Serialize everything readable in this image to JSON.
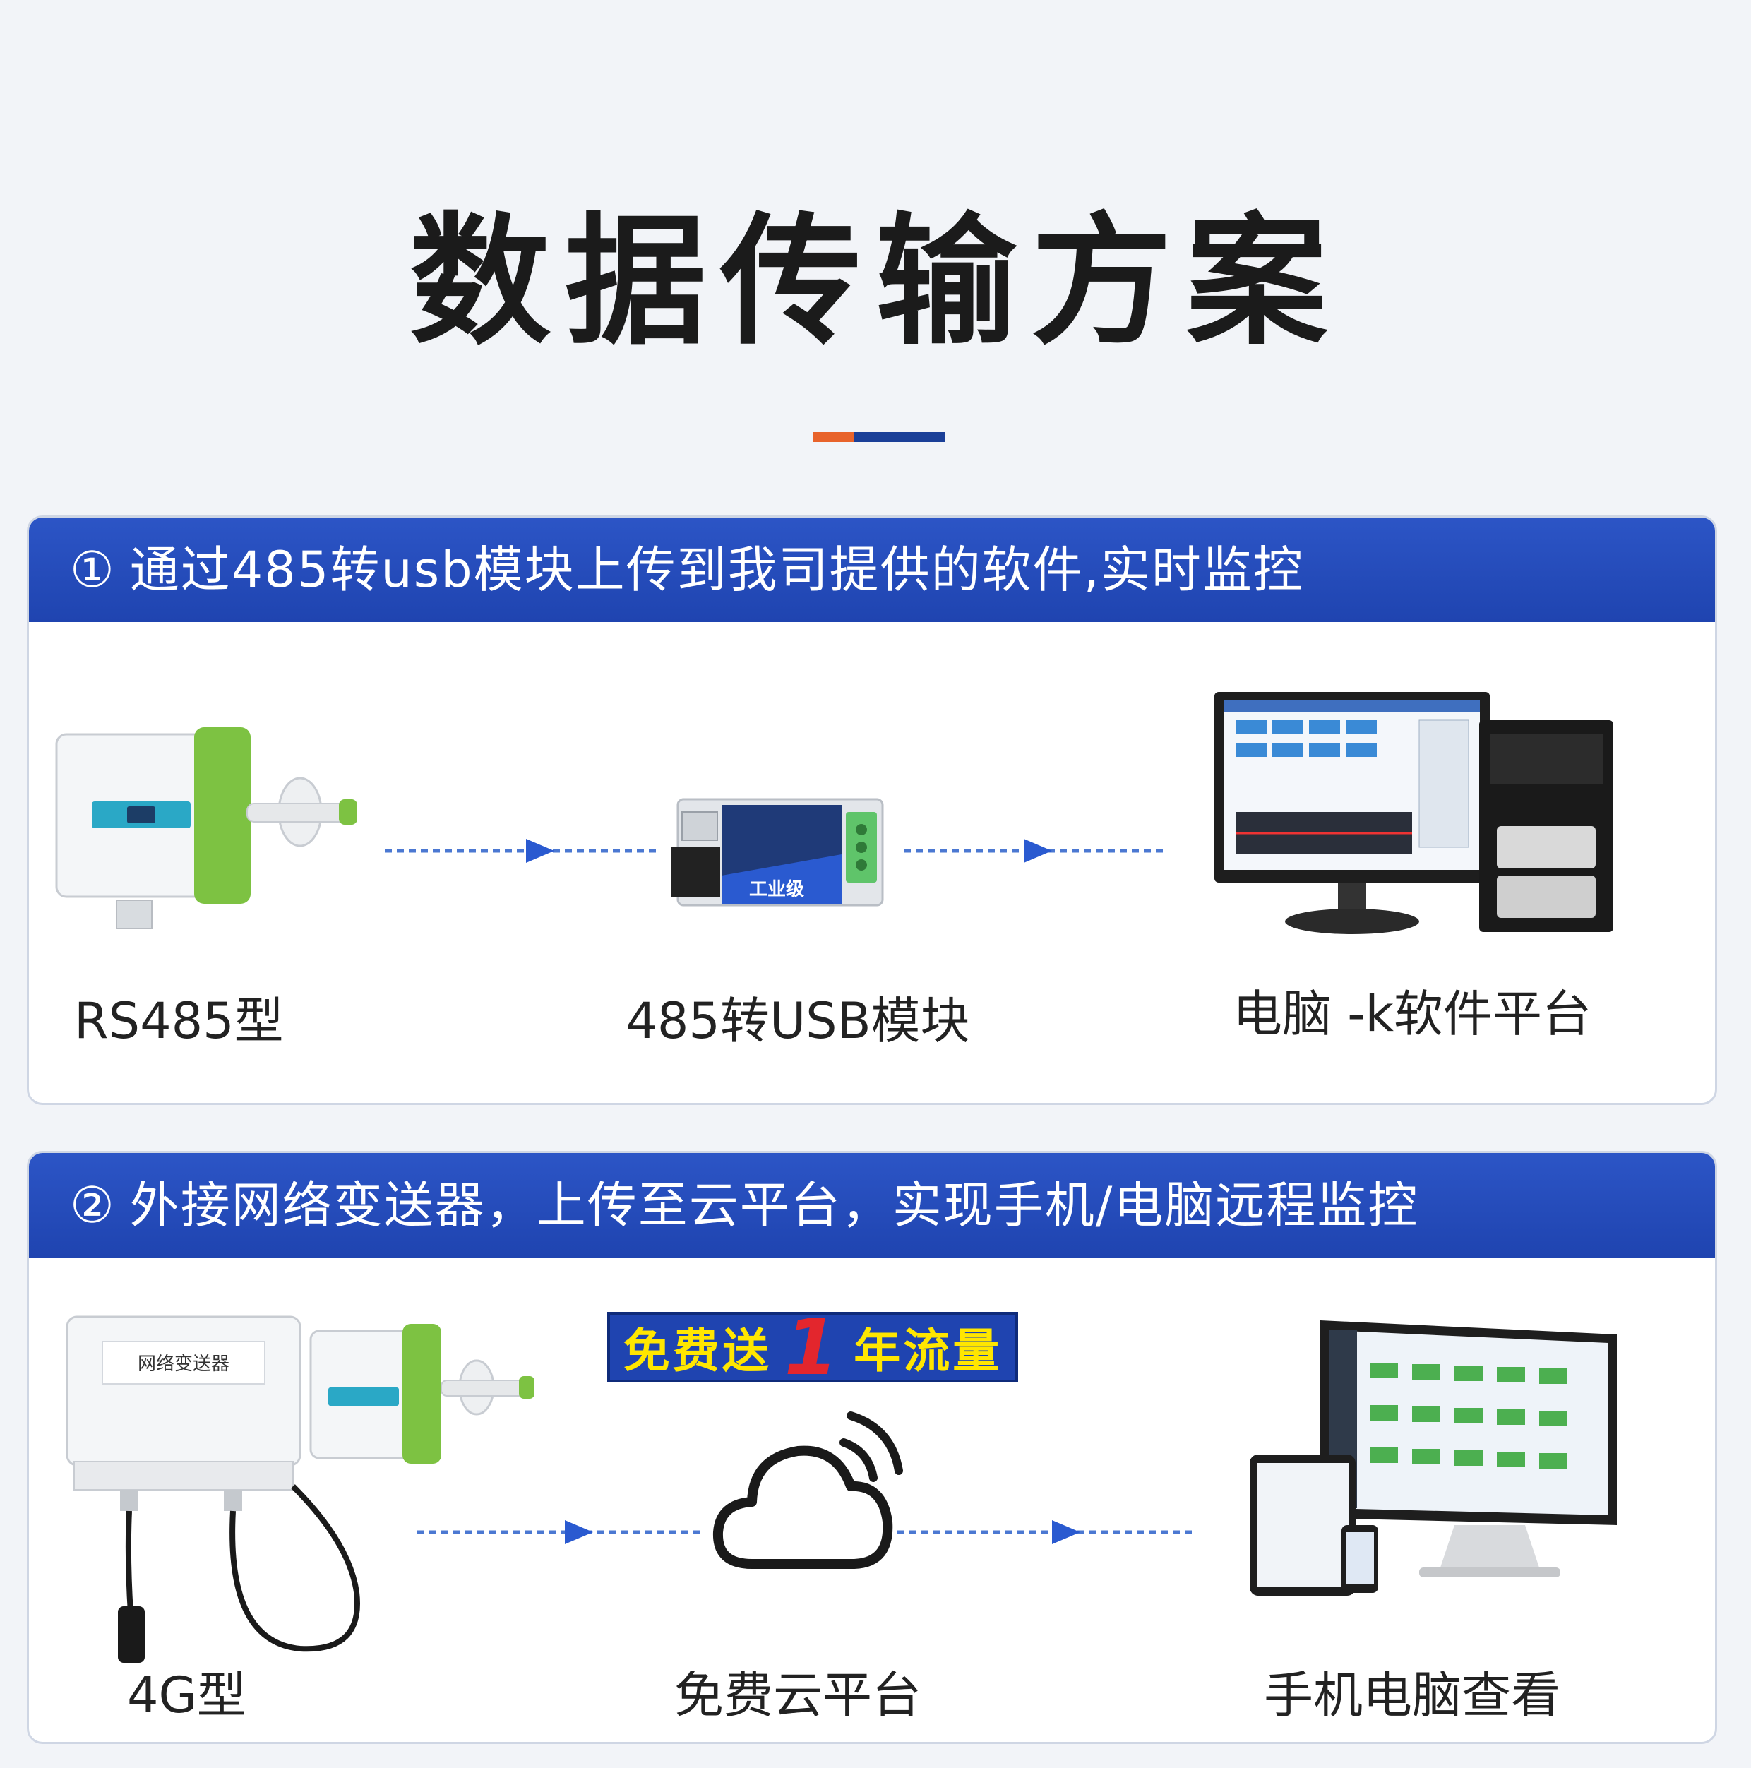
{
  "title": "数据传输方案",
  "colors": {
    "primary": "#1f44b0",
    "accent": "#e8632b",
    "badge_text": "#ffe600",
    "badge_number": "#e3262d"
  },
  "section1": {
    "number": "①",
    "heading": "通过485转usb模块上传到我司提供的软件,实时监控",
    "items": [
      {
        "label": "RS485型",
        "icon": "rs485-sensor-icon"
      },
      {
        "label": "485转USB模块",
        "icon": "usb-converter-icon"
      },
      {
        "label": "电脑 -k软件平台",
        "icon": "desktop-computer-icon"
      }
    ]
  },
  "section2": {
    "number": "②",
    "heading": "外接网络变送器，上传至云平台，实现手机/电脑远程监控",
    "badge": {
      "prefix": "免费送",
      "number": "1",
      "suffix": "年流量"
    },
    "items": [
      {
        "label": "4G型",
        "icon": "4g-transmitter-icon"
      },
      {
        "label": "免费云平台",
        "icon": "cloud-signal-icon"
      },
      {
        "label": "手机电脑查看",
        "icon": "multi-device-icon"
      }
    ]
  },
  "device_text": {
    "module_brand": "工业级",
    "transmitter_label": "网络变送器"
  }
}
